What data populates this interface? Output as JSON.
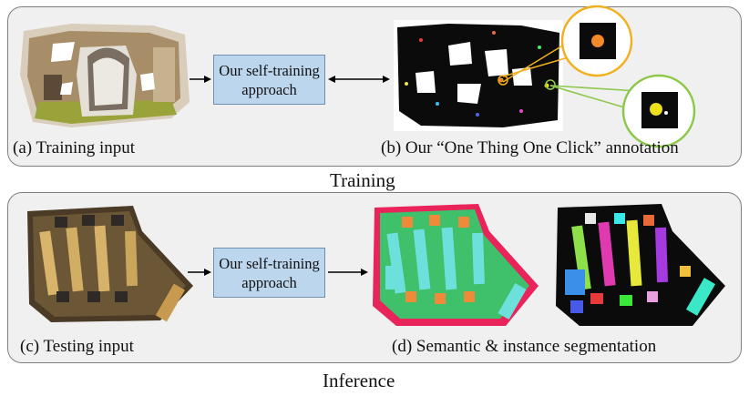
{
  "training": {
    "section_label": "Training",
    "box": {
      "line1": "Our self-training",
      "line2": "approach"
    },
    "caption_a": "(a) Training input",
    "caption_b": "(b) Our “One Thing One Click” annotation"
  },
  "inference": {
    "section_label": "Inference",
    "box": {
      "line1": "Our self-training",
      "line2": "approach"
    },
    "caption_c": "(c) Testing input",
    "caption_d": "(d) Semantic & instance segmentation"
  }
}
